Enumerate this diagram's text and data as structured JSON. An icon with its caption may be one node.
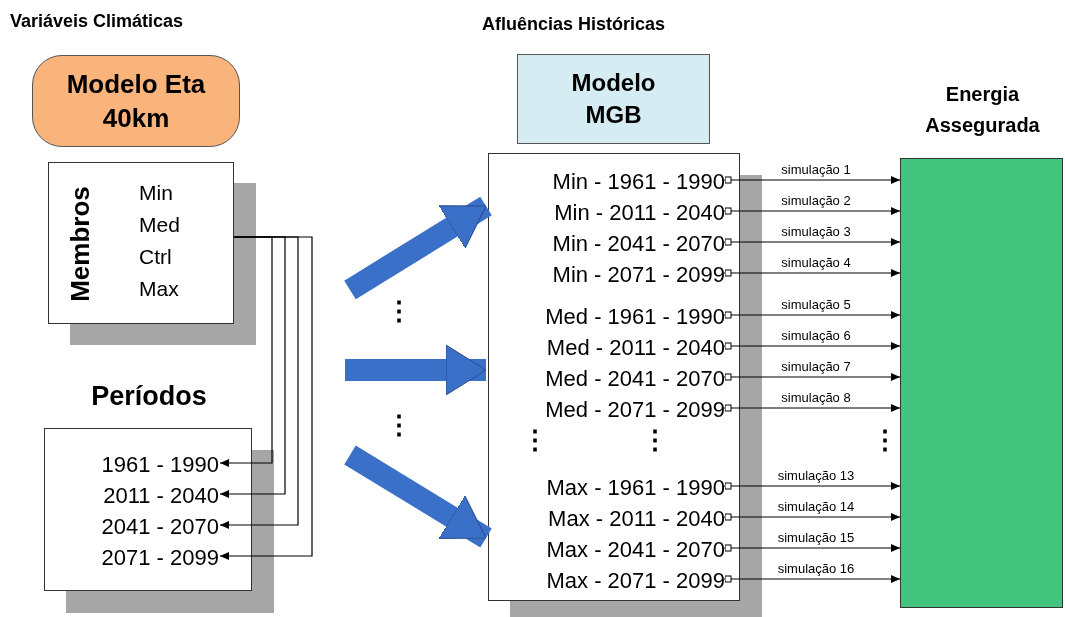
{
  "diagram": {
    "nodes": [
      {
        "text": [
          "Modelo Eta 40km"
        ]
      },
      {
        "text": [
          "Membros",
          "Min",
          "Med",
          "Ctrl",
          "Max"
        ]
      },
      {
        "text": [
          "Períodos"
        ]
      },
      {
        "text": [
          "1961 - 1990"
        ],
        "in": 2
      },
      {
        "text": [
          "2011 - 2040"
        ],
        "in": 2
      },
      {
        "text": [
          "2041 - 2070"
        ],
        "in": 2
      },
      {
        "text": [
          "2071 - 2099"
        ],
        "in": 2
      },
      {
        "text": [
          "Modelo MGB"
        ]
      },
      {
        "text": [],
        "shape": "box"
      },
      {
        "text": [
          "Min - 1961 - 1990"
        ],
        "in": 8
      },
      {
        "text": [
          "Min - 2011 - 2040"
        ],
        "in": 8
      },
      {
        "text": [
          "Min - 2041 - 2070"
        ],
        "in": 8
      },
      {
        "text": [
          "Min - 2071 - 2099"
        ],
        "in": 8
      },
      {
        "text": [
          "Med - 1961 - 1990"
        ],
        "in": 8
      },
      {
        "text": [
          "Med - 2011 - 2040"
        ],
        "in": 8
      },
      {
        "text": [
          "Med - 2041 - 2070"
        ],
        "in": 8
      },
      {
        "text": [
          "Med - 2071 - 2099"
        ],
        "in": 8
      },
      {
        "text": [
          "Max - 1961 - 1990"
        ],
        "in": 8
      },
      {
        "text": [
          "Max - 2011 - 2040"
        ],
        "in": 8
      },
      {
        "text": [
          "Max - 2041 - 2070"
        ],
        "in": 8
      },
      {
        "text": [
          "Max - 2071 - 2099"
        ],
        "in": 8
      },
      {
        "text": [
          "Energia Assegurada"
        ]
      }
    ],
    "edges": [
      {
        "from": 1,
        "to": 3,
        "arrow": "to"
      },
      {
        "from": 1,
        "to": 4,
        "arrow": "to"
      },
      {
        "from": 1,
        "to": 5,
        "arrow": "to"
      },
      {
        "from": 1,
        "to": 6,
        "arrow": "to"
      },
      {
        "from": null,
        "to": 8,
        "arrow": "to",
        "style": "thick",
        "color": "#3a70c8"
      },
      {
        "from": null,
        "to": 8,
        "arrow": "to",
        "style": "thick",
        "color": "#3a70c8"
      },
      {
        "from": null,
        "to": 8,
        "arrow": "to",
        "style": "thick",
        "color": "#3a70c8"
      },
      {
        "from": 9,
        "to": 21,
        "arrow": "to",
        "label": "simulação 1"
      },
      {
        "from": 10,
        "to": 21,
        "arrow": "to",
        "label": "simulação 2"
      },
      {
        "from": 11,
        "to": 21,
        "arrow": "to",
        "label": "simulação 3"
      },
      {
        "from": 12,
        "to": 21,
        "arrow": "to",
        "label": "simulação 4"
      },
      {
        "from": 13,
        "to": 21,
        "arrow": "to",
        "label": "simulação 5"
      },
      {
        "from": 14,
        "to": 21,
        "arrow": "to",
        "label": "simulação 6"
      },
      {
        "from": 15,
        "to": 21,
        "arrow": "to",
        "label": "simulação 7"
      },
      {
        "from": 16,
        "to": 21,
        "arrow": "to",
        "label": "simulação 8"
      },
      {
        "from": 17,
        "to": 21,
        "arrow": "to",
        "label": "simulação 13"
      },
      {
        "from": 18,
        "to": 21,
        "arrow": "to",
        "label": "simulação 14"
      },
      {
        "from": 19,
        "to": 21,
        "arrow": "to",
        "label": "simulação 15"
      },
      {
        "from": 20,
        "to": 21,
        "arrow": "to",
        "label": "simulação 16"
      }
    ],
    "labels": [
      "Variáveis Climáticas",
      "Afluências Históricas",
      "⋮",
      "⋮",
      "⋮",
      "⋮",
      "⋮"
    ]
  }
}
